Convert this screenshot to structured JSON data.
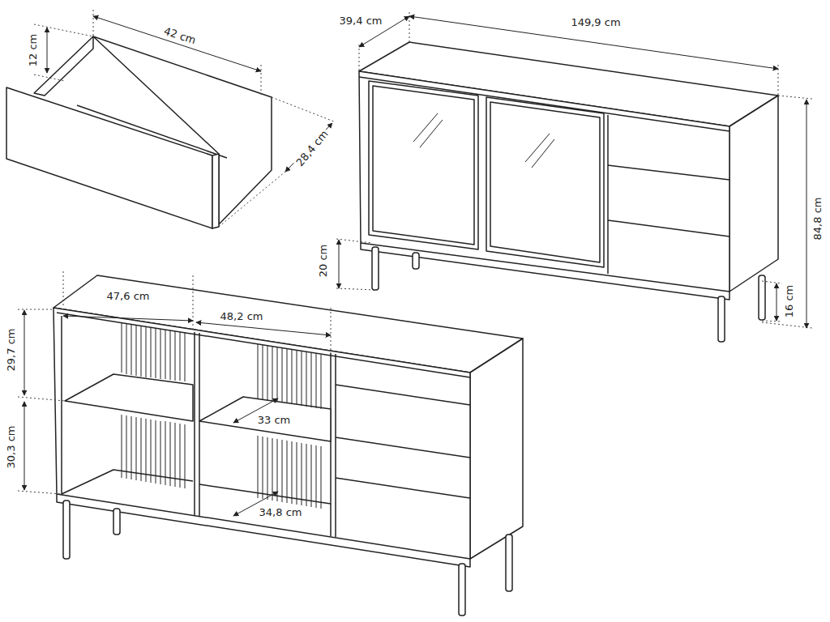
{
  "diagram": {
    "labels": [
      "12 cm",
      "42 cm",
      "28,4 cm",
      "39,4 cm",
      "149,9 cm",
      "84,8 cm",
      "20 cm",
      "16 cm",
      "47,6 cm",
      "48,2 cm",
      "29,7 cm",
      "30,3 cm",
      "33 cm",
      "34,8 cm"
    ]
  }
}
